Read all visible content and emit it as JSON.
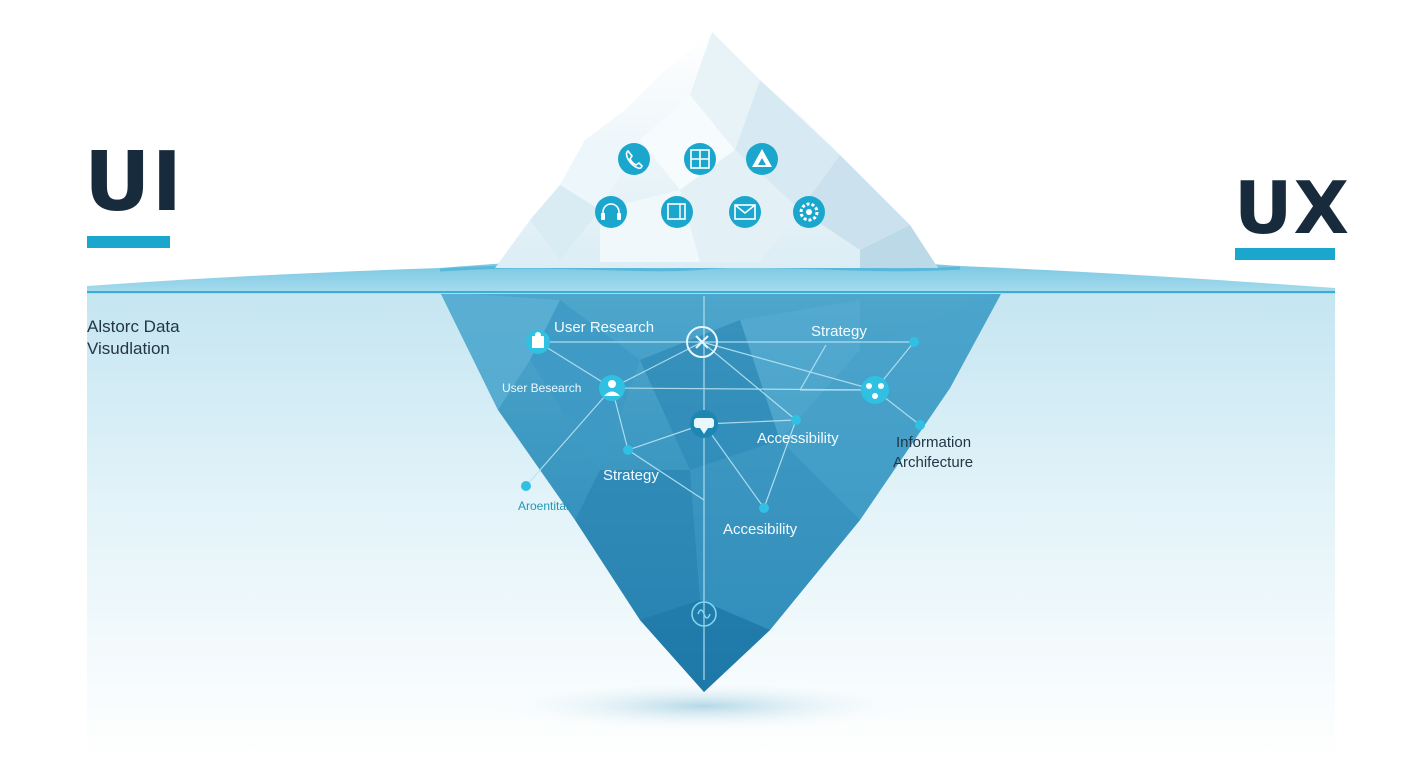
{
  "headings": {
    "left": "UI",
    "right": "UX"
  },
  "side_note": {
    "line1": "Alstorc Data",
    "line2": "Visudlation"
  },
  "labels": {
    "user_research_top": "User Research",
    "strategy_top": "Strategy",
    "user_research_left": "User Besearch",
    "accessibility_mid": "Accessibility",
    "information": "Information",
    "architecture": "Archifecture",
    "strategy_mid": "Strategy",
    "aroenntilar": "Aroentitar",
    "accessibility_low": "Accesibility"
  },
  "icons": {
    "tip": [
      "phone-icon",
      "grid-icon",
      "triangle-logo-icon",
      "headset-icon",
      "window-icon",
      "mail-icon",
      "gear-icon"
    ],
    "underwater": [
      "puzzle-icon",
      "close-icon",
      "user-icon",
      "network-icon",
      "vr-icon",
      "brain-icon"
    ]
  },
  "colors": {
    "accent": "#1ba7cd",
    "text_dark": "#172b3d",
    "water": "#c9e8f2",
    "iceberg_deep": "#2f8fb8",
    "label_white": "#f2fbff",
    "label_teal": "#1f97b8"
  }
}
